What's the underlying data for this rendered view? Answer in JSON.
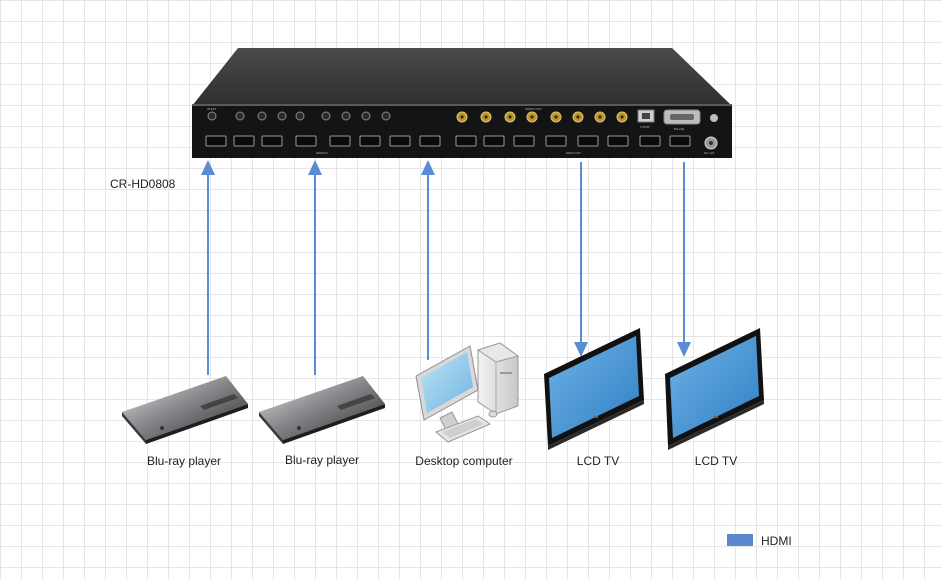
{
  "device_model": "CR-HD0808",
  "colors": {
    "hdmi_line": "#5b8bd4",
    "legend_swatch": "#5b87cf",
    "chassis_top": "#3d3d3f",
    "panel": "#141416"
  },
  "legend": {
    "label": "HDMI"
  },
  "panel_labels": {
    "ir_ext": "IR EXT",
    "hdmi_in": "HDMI IN",
    "hdmi_out": "HDMI OUT",
    "audio_out": "AUDIO OUT",
    "tcp_ip": "TCP/IP",
    "rs232": "RS-232",
    "dc_power": "DC 12V"
  },
  "sources": [
    {
      "label": "Blu-ray player",
      "icon": "bluray-player-icon"
    },
    {
      "label": "Blu-ray player",
      "icon": "bluray-player-icon"
    },
    {
      "label": "Desktop computer",
      "icon": "desktop-computer-icon"
    }
  ],
  "displays": [
    {
      "label": "LCD TV",
      "icon": "lcd-tv-icon"
    },
    {
      "label": "LCD TV",
      "icon": "lcd-tv-icon"
    }
  ],
  "connections": [
    {
      "from": "Blu-ray player",
      "to": "CR-HD0808",
      "type": "HDMI"
    },
    {
      "from": "Blu-ray player",
      "to": "CR-HD0808",
      "type": "HDMI"
    },
    {
      "from": "Desktop computer",
      "to": "CR-HD0808",
      "type": "HDMI"
    },
    {
      "from": "CR-HD0808",
      "to": "LCD TV",
      "type": "HDMI"
    },
    {
      "from": "CR-HD0808",
      "to": "LCD TV",
      "type": "HDMI"
    }
  ]
}
